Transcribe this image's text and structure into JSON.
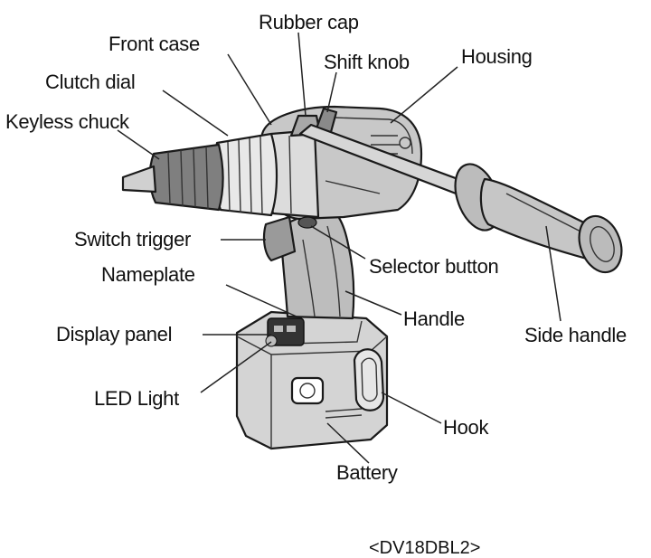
{
  "labels": {
    "rubber_cap": "Rubber cap",
    "front_case": "Front case",
    "shift_knob": "Shift knob",
    "housing": "Housing",
    "clutch_dial": "Clutch dial",
    "keyless_chuck": "Keyless chuck",
    "switch_trigger": "Switch trigger",
    "selector_button": "Selector button",
    "nameplate": "Nameplate",
    "handle": "Handle",
    "side_handle": "Side handle",
    "display_panel": "Display panel",
    "led_light": "LED Light",
    "hook": "Hook",
    "battery": "Battery"
  },
  "model": "<DV18DBL2>"
}
